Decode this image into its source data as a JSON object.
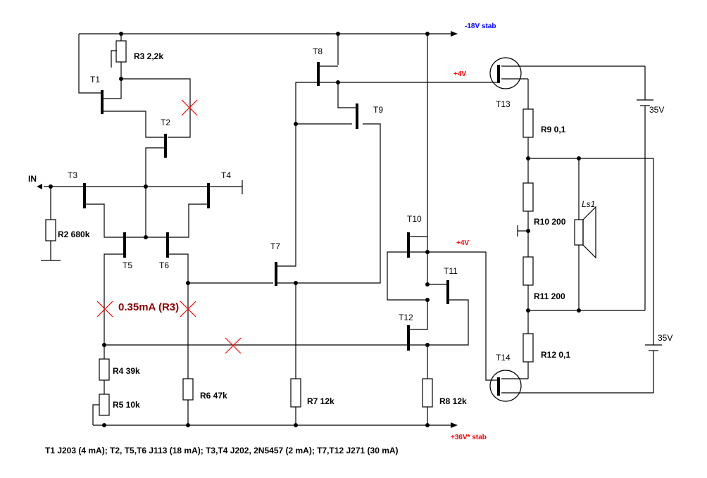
{
  "rails": {
    "neg_supply": "-18V stab",
    "pos_supply": "+36V* stab",
    "bias_top": "+4V",
    "bias_bottom": "+4V",
    "battery_top": "35V",
    "battery_bottom": "35V"
  },
  "input_label": "IN",
  "transistors": {
    "t1": "T1",
    "t2": "T2",
    "t3": "T3",
    "t4": "T4",
    "t5": "T5",
    "t6": "T6",
    "t7": "T7",
    "t8": "T8",
    "t9": "T9",
    "t10": "T10",
    "t11": "T11",
    "t12": "T12",
    "t13": "T13",
    "t14": "T14"
  },
  "resistors": {
    "r2": "R2  680k",
    "r3": "R3  2,2k",
    "r4": "R4  39k",
    "r5": "R5  10k",
    "r6": "R6  47k",
    "r7": "R7  12k",
    "r8": "R8  12k",
    "r9": "R9  0,1",
    "r10": "R10   200",
    "r11": "R11   200",
    "r12": "R12   0,1"
  },
  "speaker_label": "Ls1",
  "current_note": "0.35mA (R3)",
  "legend": "T1   J203 (4 mA);   T2, T5,T6  J113  (18 mA);   T3,T4  J202,  2N5457 (2 mA);   T7,T12   J271 (30 mA)",
  "colors": {
    "wire": "#000000",
    "cross_mark": "#ff0000",
    "bias_label": "#ff0000",
    "neg_label": "#0000ff",
    "note": "#8b0000"
  }
}
